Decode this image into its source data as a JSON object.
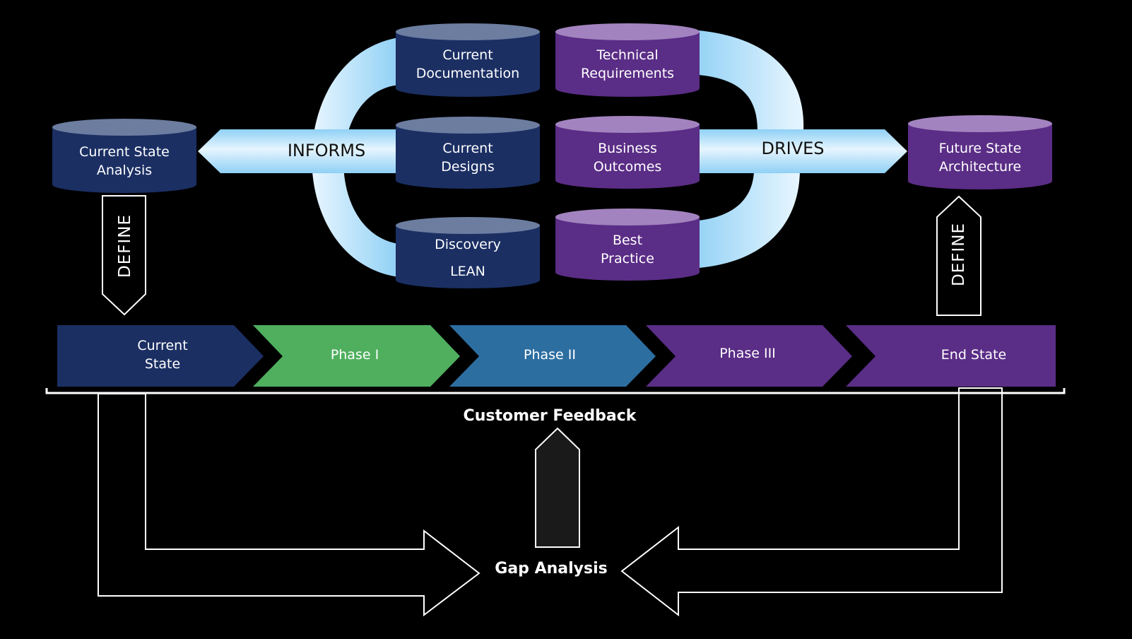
{
  "colors": {
    "navy": "#1b2f63",
    "navy_top": "#6c7da0",
    "purple": "#5a2d86",
    "purple_top": "#a283bf",
    "green": "#4faf5e",
    "steel_blue": "#2d6ea1",
    "arrow_light": "#c9e8fb",
    "arrow_mid": "#8fd0f5",
    "background": "#000000"
  },
  "cylinders": {
    "current_state_analysis": [
      "Current State",
      "Analysis"
    ],
    "current_documentation": [
      "Current",
      "Documentation"
    ],
    "current_designs": [
      "Current",
      "Designs"
    ],
    "discovery_lean": [
      "Discovery",
      "LEAN"
    ],
    "technical_requirements": [
      "Technical",
      "Requirements"
    ],
    "business_outcomes": [
      "Business",
      "Outcomes"
    ],
    "best_practice": [
      "Best",
      "Practice"
    ],
    "future_state_architecture": [
      "Future State",
      "Architecture"
    ]
  },
  "arrows": {
    "informs": "INFORMS",
    "drives": "DRIVES",
    "define_left": "DEFINE",
    "define_right": "DEFINE"
  },
  "phases": {
    "current_state": [
      "Current",
      "State"
    ],
    "phase_1": "Phase I",
    "phase_2": "Phase II",
    "phase_3": "Phase III",
    "end_state": "End State"
  },
  "feedback": {
    "customer_feedback": "Customer Feedback",
    "gap_analysis": "Gap Analysis"
  }
}
